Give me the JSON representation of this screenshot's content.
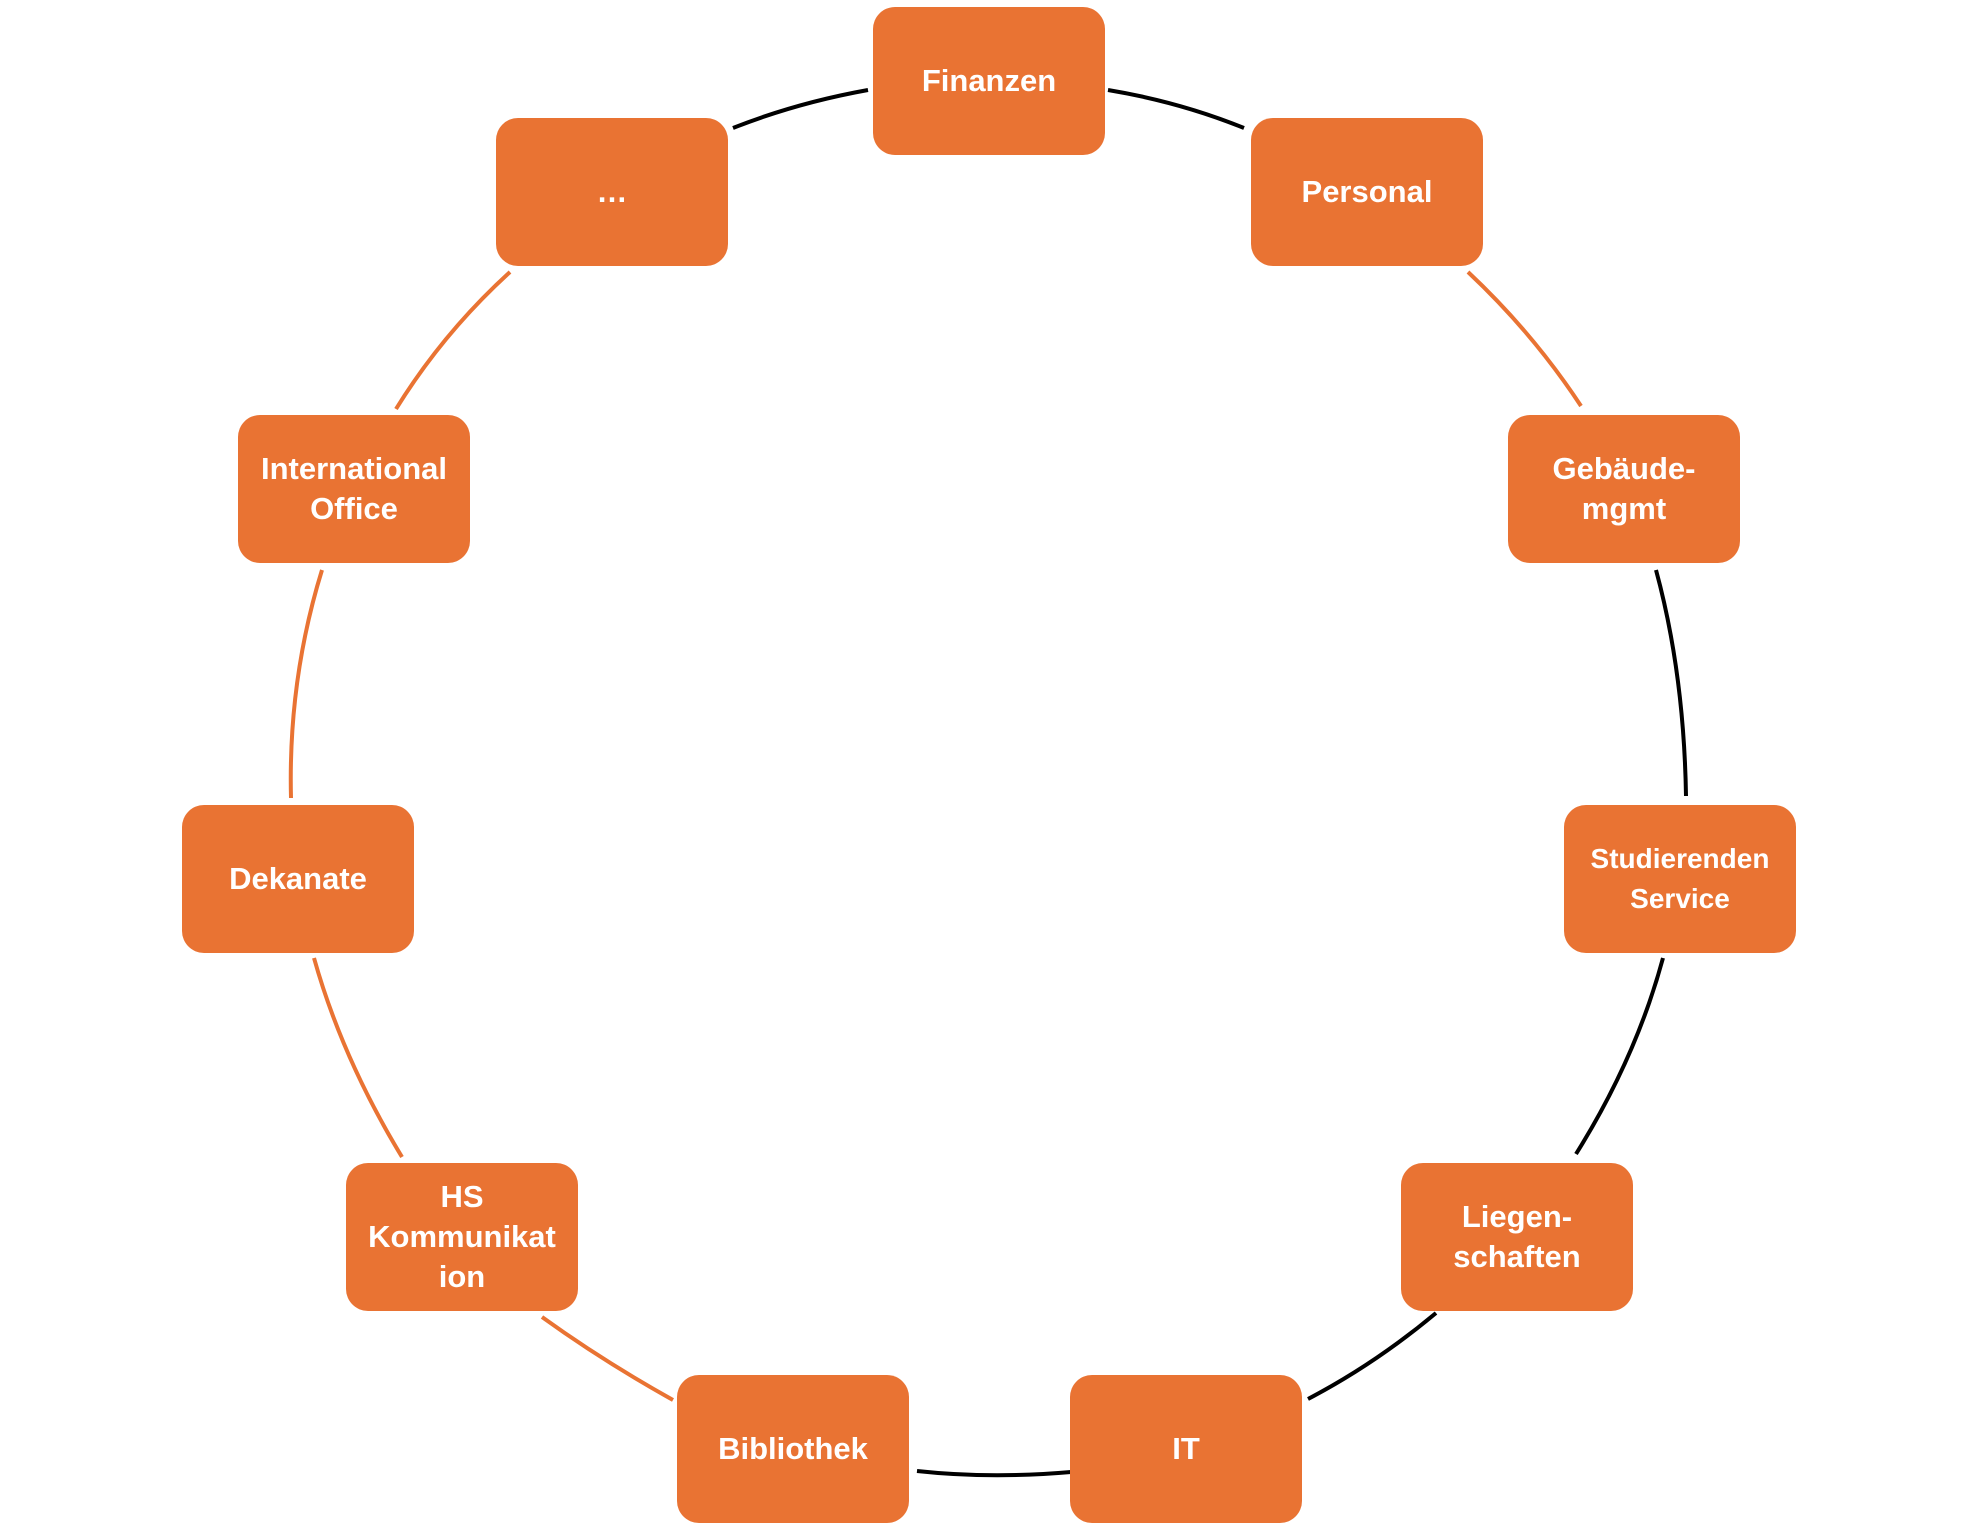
{
  "colors": {
    "node_fill": "#E97333",
    "node_text": "#FFFFFF",
    "connector_orange": "#E97333",
    "connector_black": "#000000"
  },
  "nodes": [
    {
      "label": "Finanzen"
    },
    {
      "label": "Personal"
    },
    {
      "label": "Gebäude-\nmgmt"
    },
    {
      "label": "Studierenden\nService"
    },
    {
      "label": "Liegen-\nschaften"
    },
    {
      "label": "IT"
    },
    {
      "label": "Bibliothek"
    },
    {
      "label": "HS\nKommunikat\nion"
    },
    {
      "label": "Dekanate"
    },
    {
      "label": "International\nOffice"
    },
    {
      "label": "…"
    }
  ],
  "connectors": [
    {
      "from": "Finanzen",
      "to": "Personal",
      "color": "black"
    },
    {
      "from": "Personal",
      "to": "Gebäude-mgmt",
      "color": "orange"
    },
    {
      "from": "Gebäude-mgmt",
      "to": "Studierenden Service",
      "color": "black"
    },
    {
      "from": "Studierenden Service",
      "to": "Liegen-schaften",
      "color": "black"
    },
    {
      "from": "Liegen-schaften",
      "to": "IT",
      "color": "black"
    },
    {
      "from": "IT",
      "to": "Bibliothek",
      "color": "black"
    },
    {
      "from": "Bibliothek",
      "to": "HS Kommunikation",
      "color": "orange"
    },
    {
      "from": "HS Kommunikation",
      "to": "Dekanate",
      "color": "orange"
    },
    {
      "from": "Dekanate",
      "to": "International Office",
      "color": "orange"
    },
    {
      "from": "International Office",
      "to": "…",
      "color": "orange"
    },
    {
      "from": "…",
      "to": "Finanzen",
      "color": "black"
    }
  ]
}
